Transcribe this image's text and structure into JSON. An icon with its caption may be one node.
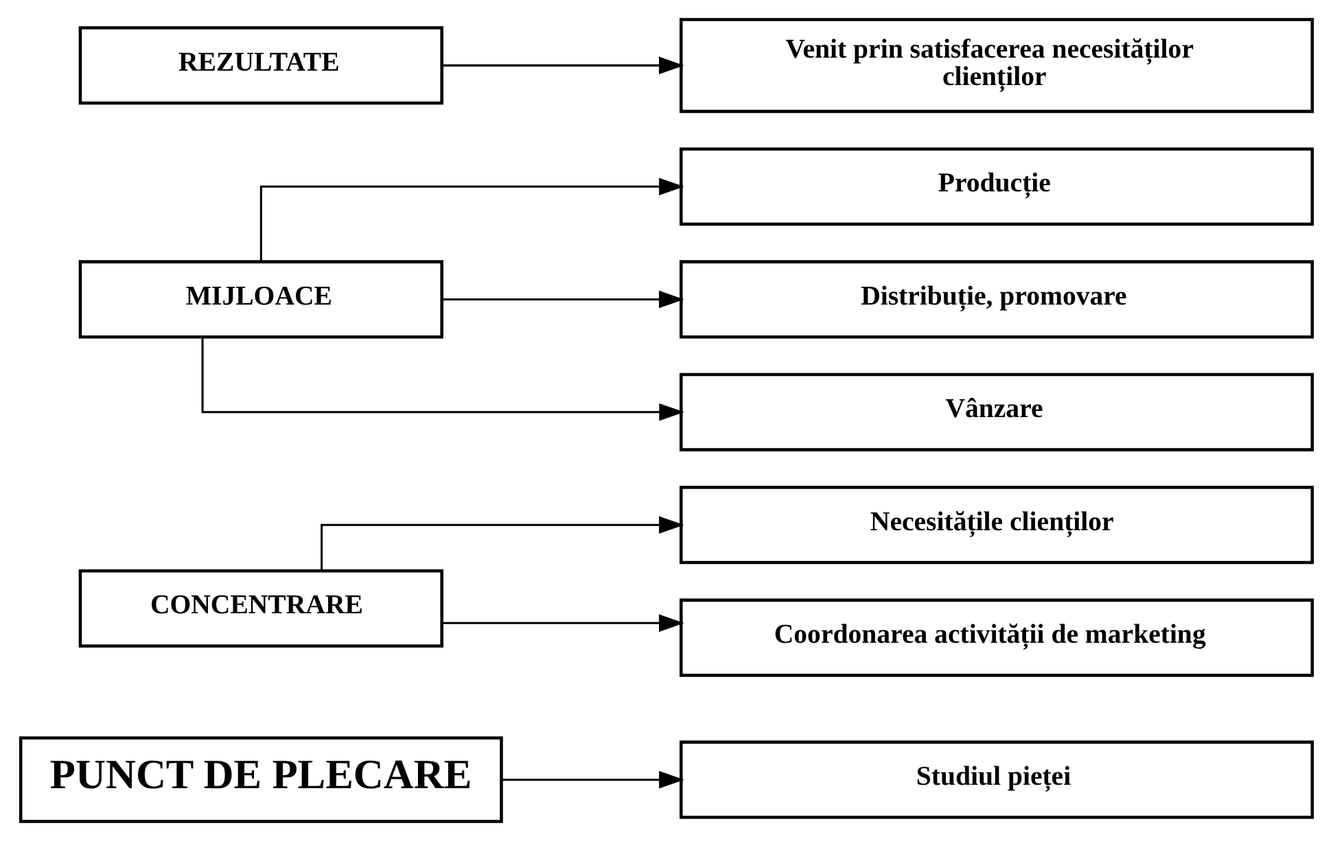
{
  "diagram": {
    "nodes": [
      {
        "text": [
          "PUNCT DE PLECARE"
        ]
      },
      {
        "text": [
          "Studiul pieței"
        ]
      },
      {
        "text": [
          "CONCENTRARE"
        ]
      },
      {
        "text": [
          "Necesitățile clienților"
        ]
      },
      {
        "text": [
          "Coordonarea activității de marketing"
        ]
      },
      {
        "text": [
          "MIJLOACE"
        ]
      },
      {
        "text": [
          "Producție"
        ]
      },
      {
        "text": [
          "Distribuție, promovare"
        ]
      },
      {
        "text": [
          "Vânzare"
        ]
      },
      {
        "text": [
          "REZULTATE"
        ]
      },
      {
        "text": [
          "Venit prin satisfacerea necesităților clienților"
        ]
      }
    ],
    "edges": [
      {
        "from": 0,
        "to": 1,
        "arrow": "to"
      },
      {
        "from": 2,
        "to": 3,
        "arrow": "to"
      },
      {
        "from": 2,
        "to": 4,
        "arrow": "to"
      },
      {
        "from": 5,
        "to": 6,
        "arrow": "to"
      },
      {
        "from": 5,
        "to": 7,
        "arrow": "to"
      },
      {
        "from": 5,
        "to": 8,
        "arrow": "to"
      },
      {
        "from": 9,
        "to": 10,
        "arrow": "to"
      }
    ]
  }
}
